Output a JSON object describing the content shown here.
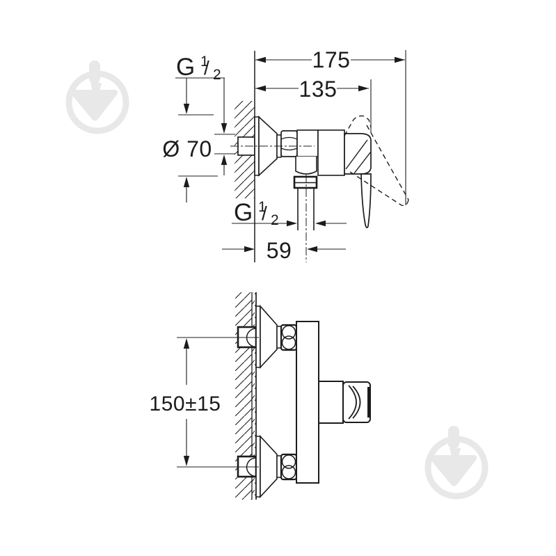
{
  "page": {
    "background_color": "#ffffff",
    "line_color": "#1c1c1c",
    "watermark_color": "#e8e8e8",
    "watermark_icon": "trowel-in-circle-icon"
  },
  "side_view": {
    "dimensions": {
      "inlet_thread": {
        "letter": "G",
        "numerator": "1",
        "slash": "/",
        "denominator": "2"
      },
      "escutcheon_diameter": "Ø 70",
      "depth_overall": "175",
      "depth_to_handle": "135",
      "outlet_thread": {
        "letter": "G",
        "numerator": "1",
        "slash": "/",
        "denominator": "2"
      },
      "outlet_offset_from_wall": "59"
    }
  },
  "plan_view": {
    "dimensions": {
      "inlet_spacing": "150±15"
    }
  }
}
